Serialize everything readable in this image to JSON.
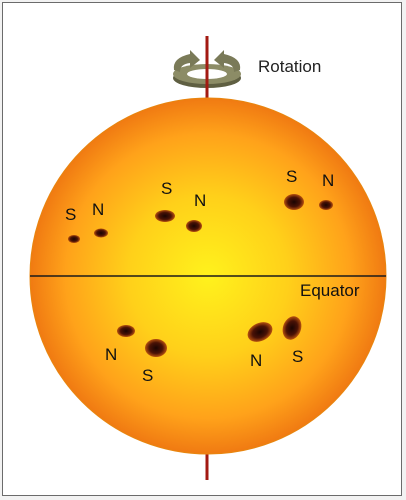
{
  "figure": {
    "rotation_label": "Rotation",
    "equator_label": "Equator",
    "colors": {
      "sun_center": "#ffe21a",
      "sun_mid": "#ffb31a",
      "sun_edge": "#f07a12",
      "axis": "#a31a12",
      "spot": "#3a0c06",
      "arrow": "#7a7a58"
    },
    "polarity_labels": {
      "nw_s": "S",
      "nw_n": "N",
      "nc_s": "S",
      "nc_n": "N",
      "ne_s": "S",
      "ne_n": "N",
      "sw_n": "N",
      "sw_s": "S",
      "se_n": "N",
      "se_s": "S"
    }
  }
}
